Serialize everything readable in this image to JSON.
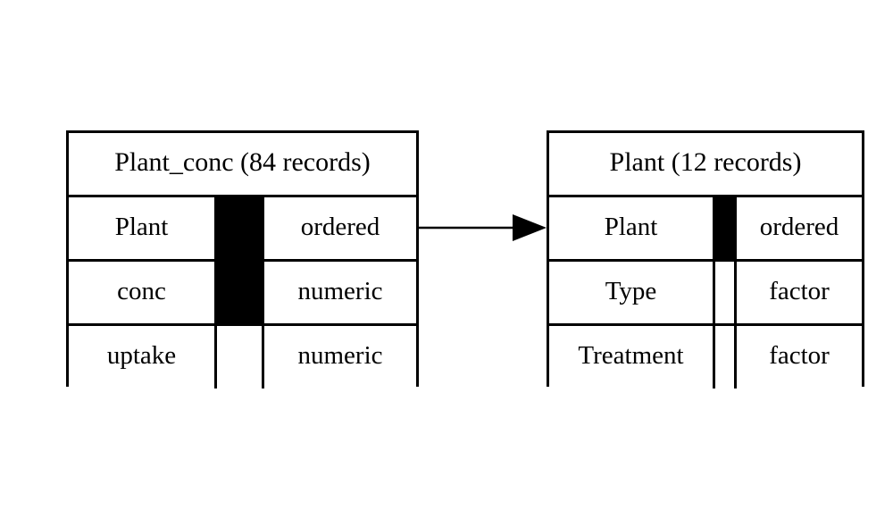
{
  "diagram": {
    "type": "entity-relationship-diagram",
    "background_color": "#ffffff",
    "line_color": "#000000",
    "key_marker_color": "#000000"
  },
  "entities": [
    {
      "id": "plant_conc",
      "title": "Plant_conc (84 records)",
      "name": "Plant_conc",
      "record_count": "84 records",
      "fields": [
        {
          "name": "Plant",
          "type": "ordered",
          "is_key": true
        },
        {
          "name": "conc",
          "type": "numeric",
          "is_key": true
        },
        {
          "name": "uptake",
          "type": "numeric",
          "is_key": false
        }
      ]
    },
    {
      "id": "plant",
      "title": "Plant (12 records)",
      "name": "Plant",
      "record_count": "12 records",
      "fields": [
        {
          "name": "Plant",
          "type": "ordered",
          "is_key": true
        },
        {
          "name": "Type",
          "type": "factor",
          "is_key": false
        },
        {
          "name": "Treatment",
          "type": "factor",
          "is_key": false
        }
      ]
    }
  ],
  "relationships": [
    {
      "id": "plant_conc-to-plant",
      "from_entity": "plant_conc",
      "from_field": "Plant",
      "to_entity": "plant",
      "to_field": "Plant",
      "style": "solid-line-with-filled-arrowhead"
    }
  ]
}
